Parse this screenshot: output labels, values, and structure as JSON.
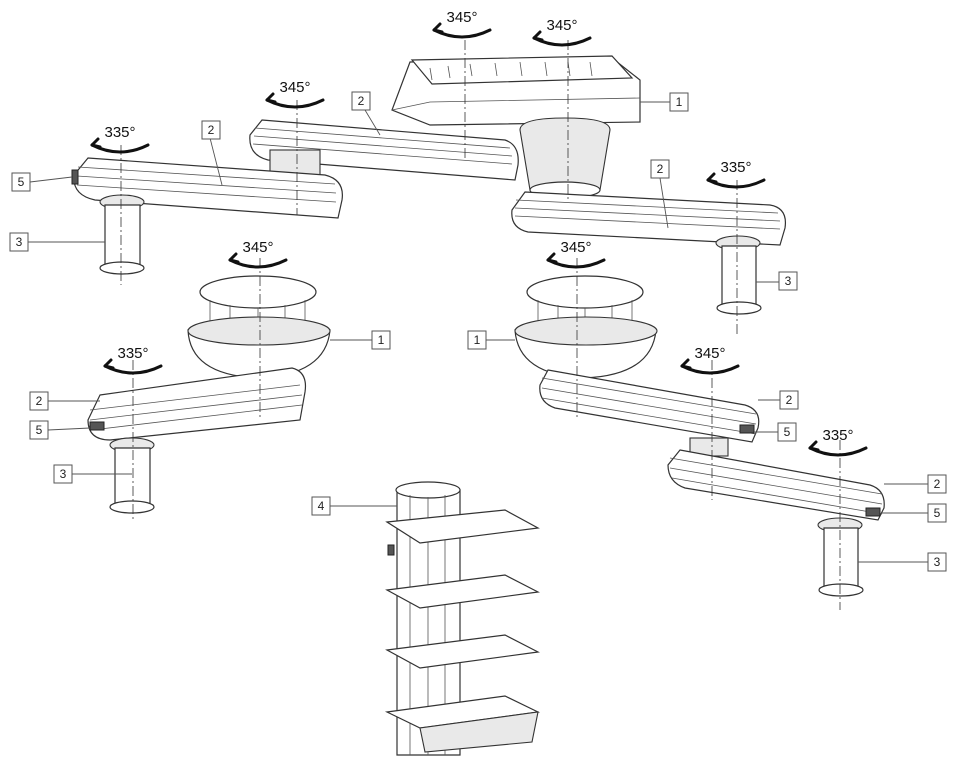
{
  "rotation_angles": [
    "345°",
    "345°",
    "345°",
    "335°",
    "335°",
    "345°",
    "345°",
    "335°",
    "345°",
    "335°"
  ],
  "part_labels": [
    "1",
    "2",
    "2",
    "5",
    "3",
    "2",
    "3",
    "1",
    "1",
    "2",
    "5",
    "3",
    "2",
    "5",
    "2",
    "5",
    "3",
    "4"
  ],
  "colors": {
    "line": "#333333",
    "fill": "#ffffff",
    "shade": "#e9e9e9",
    "arrow": "#111111"
  }
}
